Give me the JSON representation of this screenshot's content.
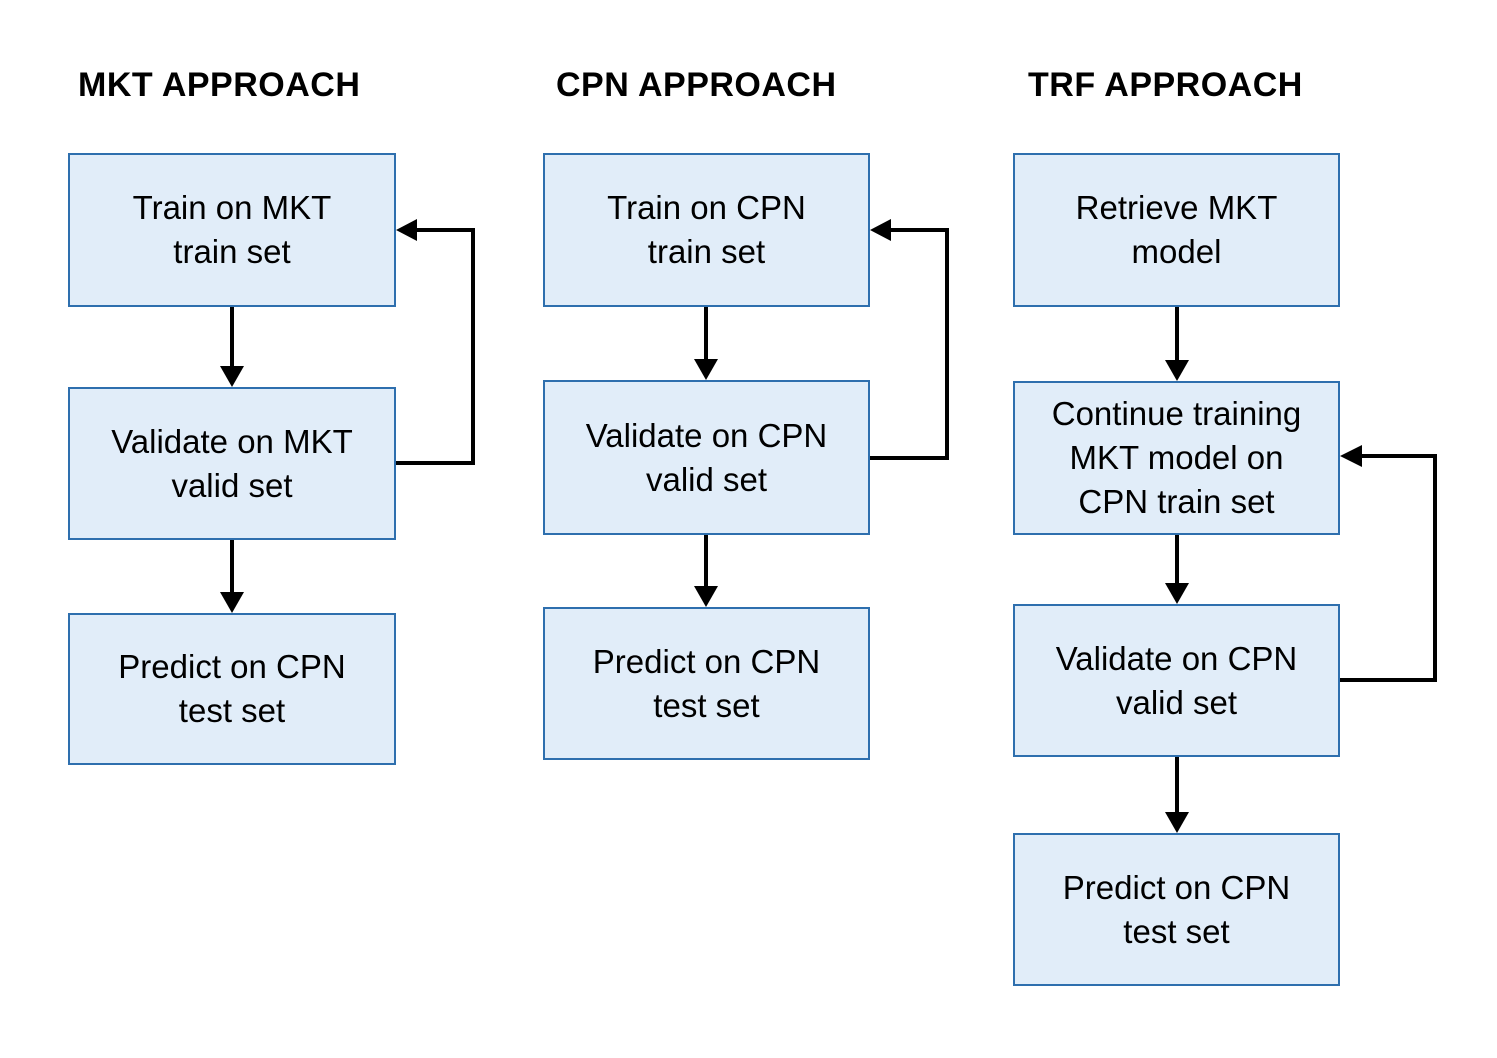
{
  "diagram": {
    "type": "flowchart",
    "background_color": "#ffffff",
    "box_fill_color": "#e1edf9",
    "box_border_color": "#2e6fae",
    "arrow_color": "#000000",
    "text_color": "#000000",
    "columns": [
      {
        "header": "MKT APPROACH",
        "boxes": [
          {
            "label": "Train on MKT\ntrain set"
          },
          {
            "label": "Validate on MKT\nvalid set"
          },
          {
            "label": "Predict on CPN\ntest set"
          }
        ],
        "feedback_loop": "Validate on MKT valid set -> Train on MKT train set"
      },
      {
        "header": "CPN APPROACH",
        "boxes": [
          {
            "label": "Train on CPN\ntrain set"
          },
          {
            "label": "Validate on CPN\nvalid set"
          },
          {
            "label": "Predict on CPN\ntest set"
          }
        ],
        "feedback_loop": "Validate on CPN valid set -> Train on CPN train set"
      },
      {
        "header": "TRF APPROACH",
        "boxes": [
          {
            "label": "Retrieve MKT\nmodel"
          },
          {
            "label": "Continue training\nMKT model on\nCPN train set"
          },
          {
            "label": "Validate on CPN\nvalid set"
          },
          {
            "label": "Predict on CPN\ntest set"
          }
        ],
        "feedback_loop": "Validate on CPN valid set -> Continue training MKT model on CPN train set"
      }
    ]
  }
}
